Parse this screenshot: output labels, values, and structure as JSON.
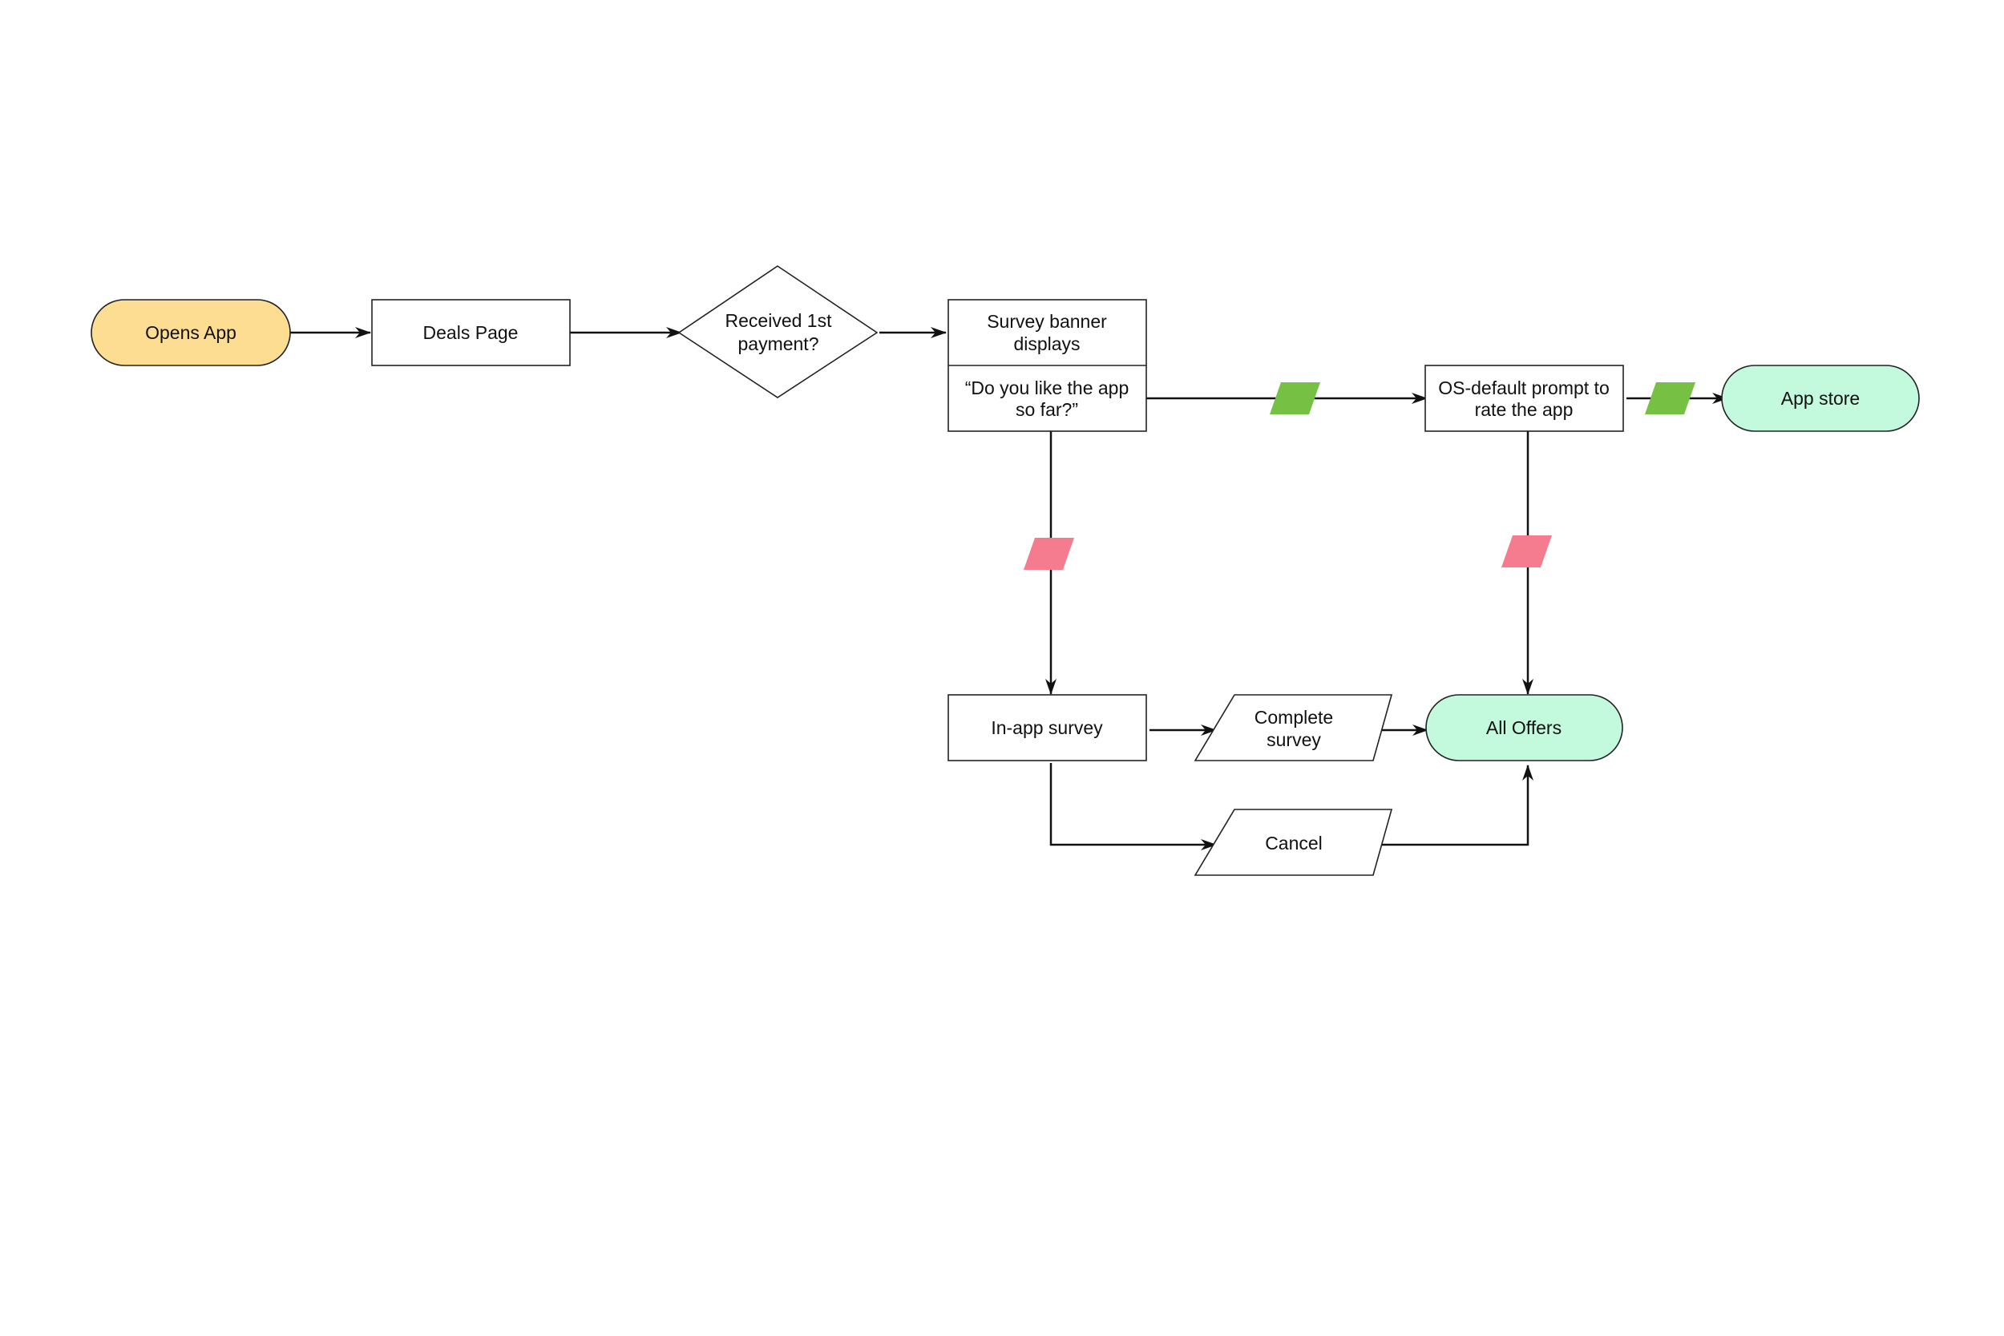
{
  "colors": {
    "start_fill": "#FDDD91",
    "end_fill": "#C3F9DD",
    "yes_tag": "#76C043",
    "no_tag": "#F47C8E",
    "stroke": "#222222",
    "background": "#FFFFFF"
  },
  "nodes": {
    "opens_app": "Opens App",
    "deals_page": "Deals Page",
    "received_payment": [
      "Received 1st",
      "payment?"
    ],
    "survey_banner": [
      "Survey banner",
      "displays"
    ],
    "do_you_like": [
      "“Do you like the app",
      "so far?”"
    ],
    "os_prompt": [
      "OS-default prompt to",
      "rate the app"
    ],
    "app_store": "App store",
    "in_app_survey": "In-app survey",
    "complete_survey": [
      "Complete",
      "survey"
    ],
    "all_offers": "All Offers",
    "cancel": "Cancel"
  }
}
